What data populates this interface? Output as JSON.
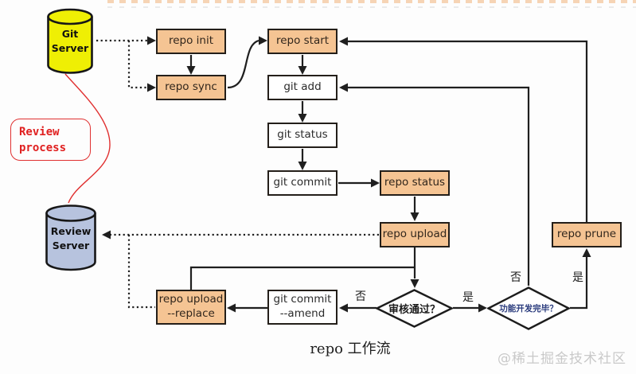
{
  "diagram": {
    "caption": "repo 工作流",
    "watermark": "@稀土掘金技术社区"
  },
  "nodes": {
    "git_server": {
      "line1": "Git",
      "line2": "Server"
    },
    "review_server": {
      "line1": "Review",
      "line2": "Server"
    },
    "review_process": {
      "line1": "Review",
      "line2": "process"
    },
    "repo_init": "repo init",
    "repo_sync": "repo sync",
    "repo_start": "repo start",
    "git_add": "git add",
    "git_status": "git status",
    "git_commit": "git commit",
    "repo_status": "repo status",
    "repo_upload": "repo upload",
    "repo_upload_replace": {
      "line1": "repo upload",
      "line2": "--replace"
    },
    "git_commit_amend": {
      "line1": "git commit",
      "line2": "--amend"
    },
    "decision_review": "审核通过？",
    "decision_dev_done": "功能开发完毕？",
    "repo_prune": "repo prune"
  },
  "edge_labels": {
    "review_no": "否",
    "review_yes": "是",
    "dev_no": "否",
    "dev_yes": "是"
  },
  "colors": {
    "node_orange": "#f5c493",
    "node_white": "#ffffff",
    "outline": "#241f1a",
    "git_server_yellow": "#efef04",
    "review_server_blue": "#b7c3de",
    "review_red": "#e03030",
    "dev_done_text": "#2b3c7e",
    "watermark_gray": "#c9c9c9"
  }
}
